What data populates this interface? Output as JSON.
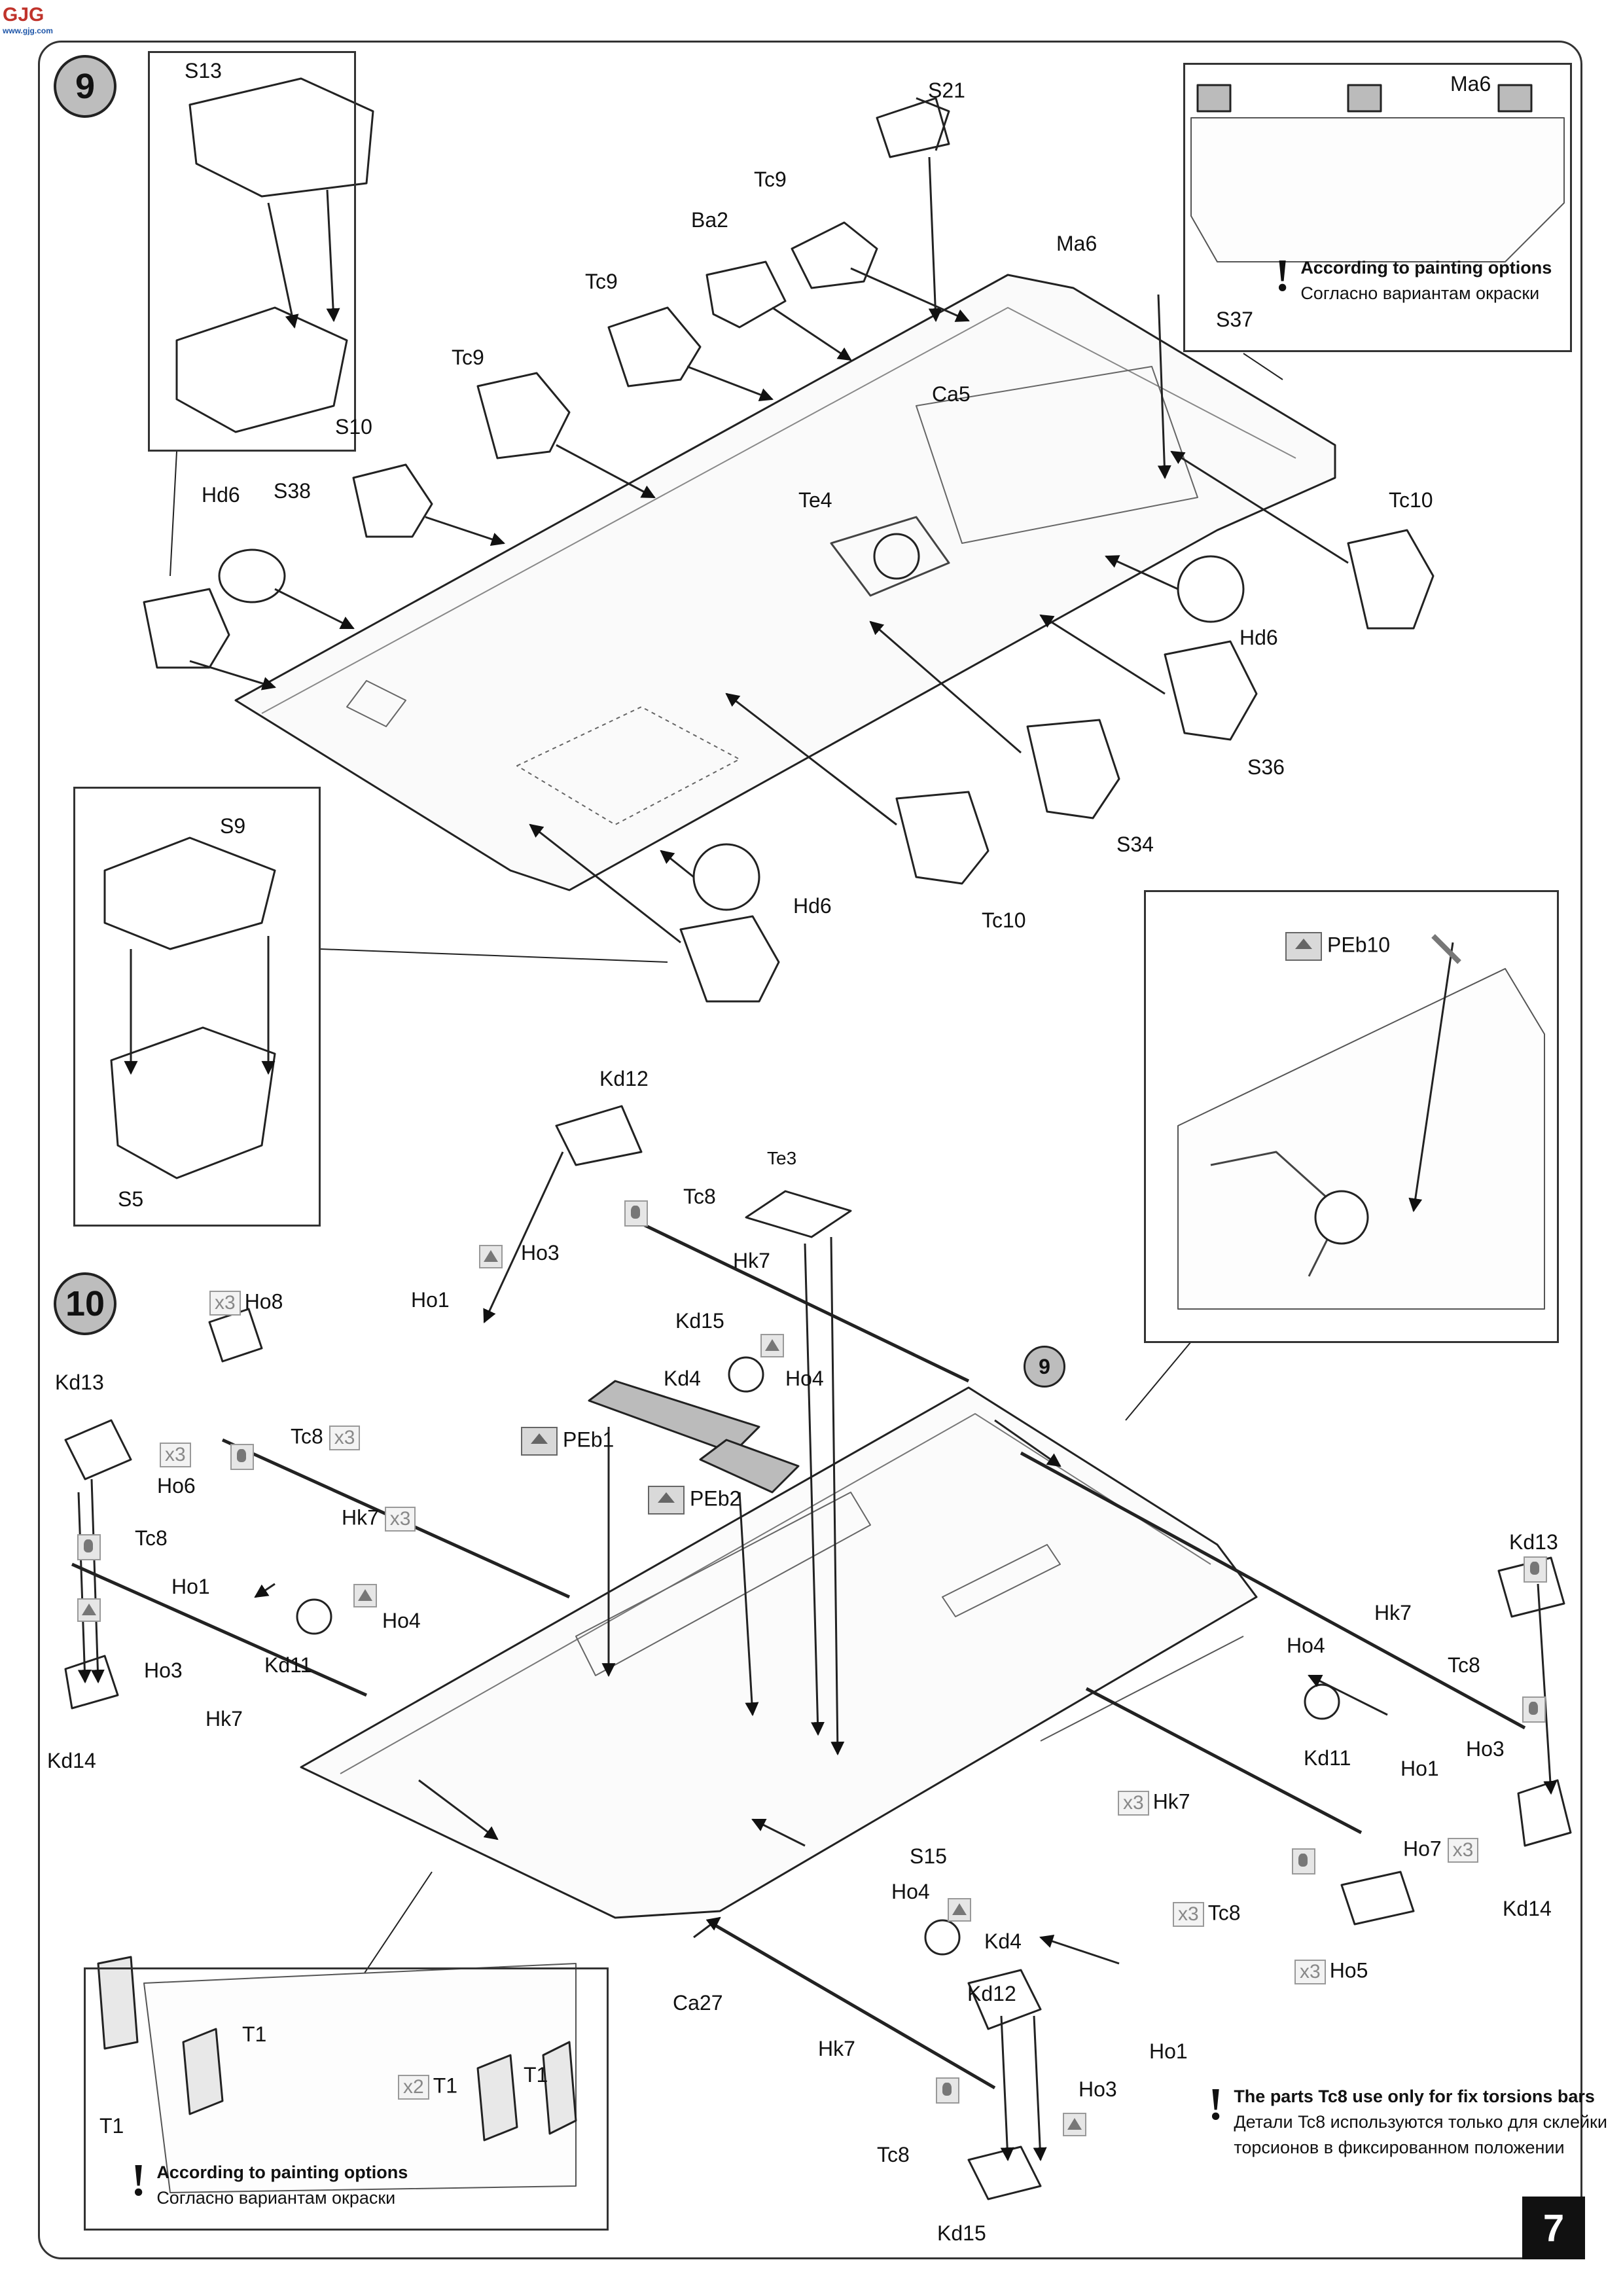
{
  "logo": {
    "text": "GJG",
    "sub": "www.gjg.com"
  },
  "page_number": "7",
  "steps": {
    "step9": "9",
    "step10": "10",
    "ref9": "9"
  },
  "step9": {
    "inset_top": {
      "s13": "S13",
      "s10": "S10"
    },
    "inset_left": {
      "s9": "S9",
      "s5": "S5"
    },
    "callout": {
      "ma6": "Ma6"
    },
    "labels": {
      "s21": "S21",
      "tc9_a": "Tc9",
      "ba2": "Ba2",
      "ma6": "Ma6",
      "tc9_b": "Tc9",
      "s37": "S37",
      "tc9_c": "Tc9",
      "ca5": "Ca5",
      "s38": "S38",
      "hd6_a": "Hd6",
      "te4": "Te4",
      "tc10_a": "Tc10",
      "hd6_b": "Hd6",
      "s36": "S36",
      "s34": "S34",
      "hd6_c": "Hd6",
      "tc10_b": "Tc10"
    },
    "note": {
      "en": "According to painting options",
      "ru": "Согласно вариантам окраски"
    }
  },
  "step10": {
    "pe_inset": {
      "peb10": "PEb10"
    },
    "labels": {
      "kd12_a": "Kd12",
      "te3": "Te3",
      "tc8_a": "Tc8",
      "ho3_a": "Ho3",
      "hk7_a": "Hk7",
      "ho1_a": "Ho1",
      "kd15_a": "Kd15",
      "ho8": "Ho8",
      "kd4_a": "Kd4",
      "ho4_a": "Ho4",
      "kd13_a": "Kd13",
      "tc8_b": "Tc8",
      "peb1": "PEb1",
      "peb2": "PEb2",
      "ho6": "Ho6",
      "tc8_c": "Tc8",
      "hk7_b": "Hk7",
      "ho1_b": "Ho1",
      "ho4_b": "Ho4",
      "ho3_b": "Ho3",
      "kd11_a": "Kd11",
      "hk7_c": "Hk7",
      "kd14_a": "Kd14",
      "kd13_b": "Kd13",
      "hk7_d": "Hk7",
      "tc8_d": "Tc8",
      "ho4_c": "Ho4",
      "ho3_c": "Ho3",
      "kd11_b": "Kd11",
      "ho1_c": "Ho1",
      "hk7_e": "Hk7",
      "s15": "S15",
      "ho7": "Ho7",
      "kd14_b": "Kd14",
      "tc8_e": "Tc8",
      "ho4_d": "Ho4",
      "kd4_b": "Kd4",
      "ho5": "Ho5",
      "ca27": "Ca27",
      "kd12_b": "Kd12",
      "ho1_d": "Ho1",
      "hk7_f": "Hk7",
      "ho3_d": "Ho3",
      "tc8_f": "Tc8",
      "kd15_b": "Kd15"
    },
    "multipliers": {
      "x3": "x3",
      "x2": "x2"
    },
    "inset_bottom": {
      "t1_a": "T1",
      "t1_b": "T1",
      "t1_c": "T1",
      "t1_d": "T1"
    },
    "note_bottom": {
      "en": "According to painting options",
      "ru": "Согласно вариантам окраски"
    },
    "note_tc8": {
      "en": "The parts Tc8 use only for fix torsions bars",
      "ru1": "Детали Tc8 используются только для склейки",
      "ru2": "торсионов в фиксированном положении"
    }
  }
}
